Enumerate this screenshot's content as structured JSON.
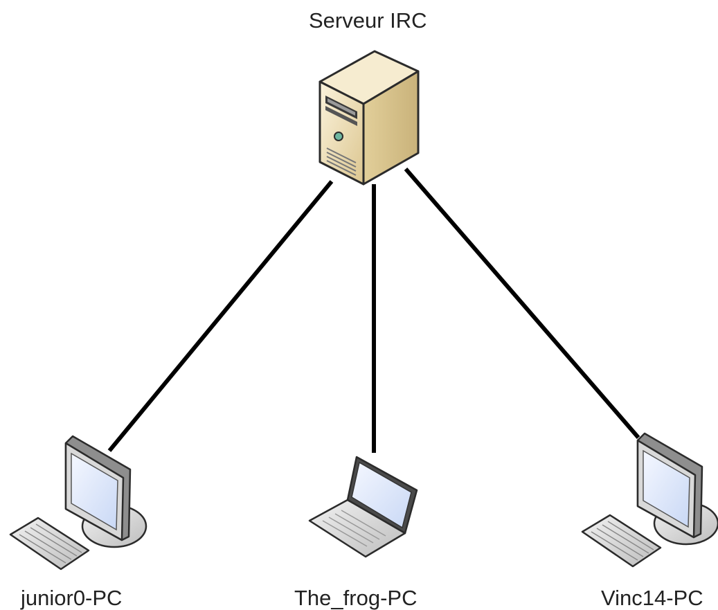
{
  "server": {
    "label": "Serveur IRC",
    "icon": "server-tower-icon"
  },
  "clients": [
    {
      "label": "junior0-PC",
      "icon": "desktop-computer-icon"
    },
    {
      "label": "The_frog-PC",
      "icon": "laptop-icon"
    },
    {
      "label": "Vinc14-PC",
      "icon": "desktop-computer-icon"
    }
  ],
  "colors": {
    "background": "#ffffff",
    "connection": "#000000",
    "server_body": "#e6d4a6",
    "screen": "#dbe6fb"
  }
}
